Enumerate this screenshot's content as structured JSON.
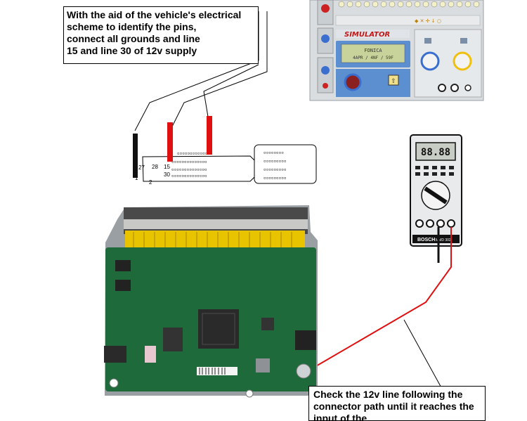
{
  "callouts": {
    "top": {
      "lines": [
        "With the aid of the vehicle's electrical",
        "scheme to identify the pins,",
        "connect all grounds and line",
        "15 and line 30 of 12v supply"
      ]
    },
    "bottom": {
      "lines": [
        "Check the 12v line following the",
        "connector path until it reaches the",
        "input of the"
      ]
    }
  },
  "tester": {
    "display_lines": [
      "FONICA",
      "4APR / 4NF / 59F"
    ],
    "brand_label": "SIMULATOR"
  },
  "connector": {
    "pin_labels": [
      "27",
      "28",
      "1",
      "2",
      "15",
      "30"
    ]
  },
  "multimeter": {
    "display_value": "88.88",
    "brand": "BOSCH",
    "model": "MMD 302"
  },
  "colors": {
    "wire_red": "#e01010",
    "wire_black": "#111111",
    "pcb_green": "#1f6a3a",
    "header_yellow": "#e8c400",
    "tester_panel": "#d9dde0",
    "tester_blue": "#5b8fd0"
  }
}
